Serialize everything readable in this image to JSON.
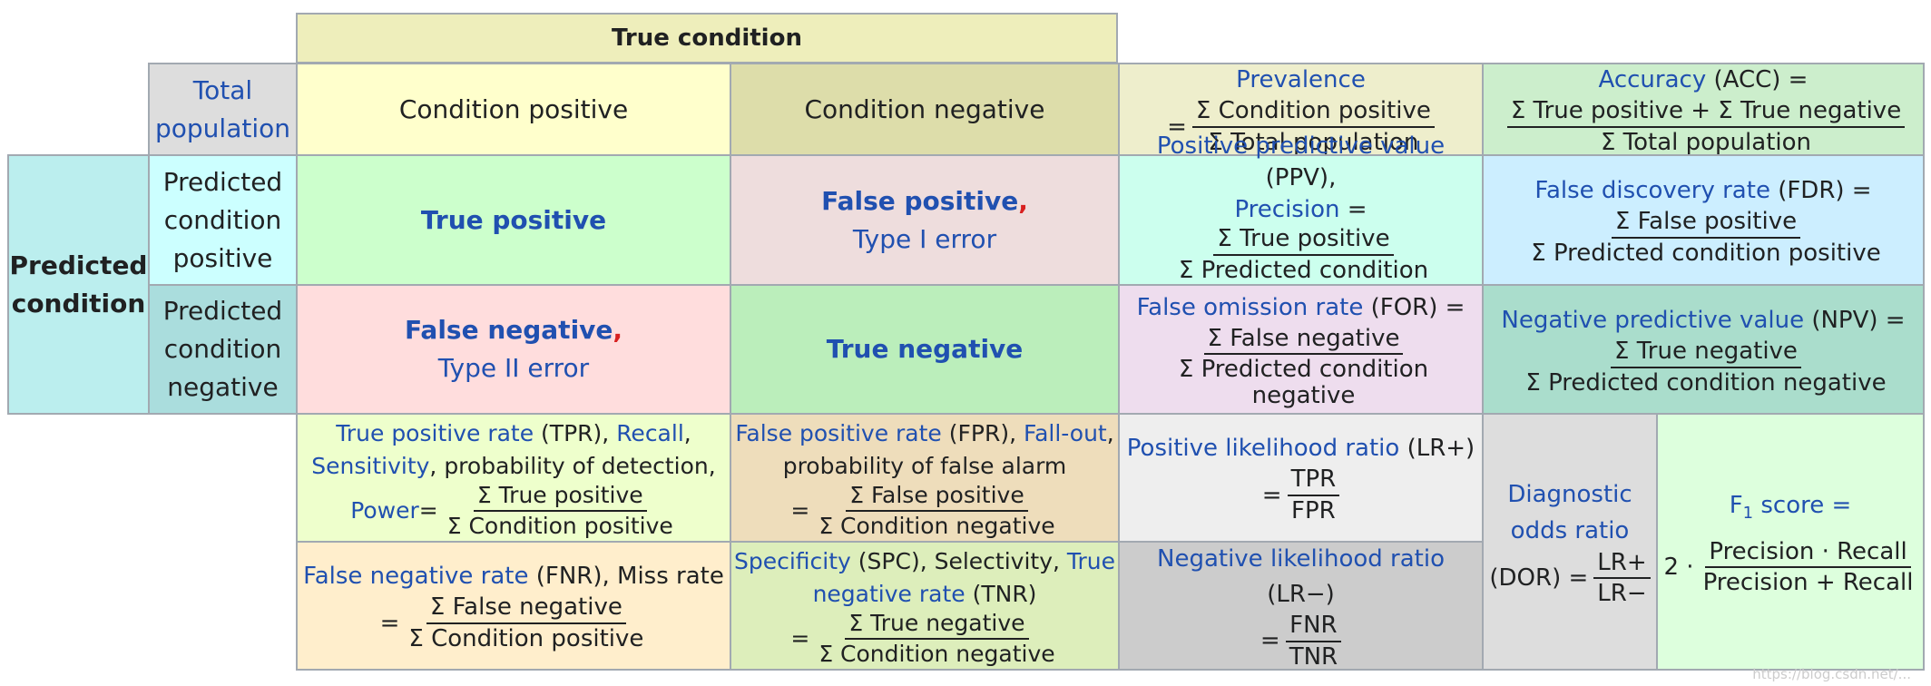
{
  "header": {
    "true_condition": "True condition"
  },
  "axes": {
    "total_population": [
      "Total",
      "population"
    ],
    "predicted_condition": [
      "Predicted",
      "condition"
    ],
    "condition_positive": "Condition positive",
    "condition_negative": "Condition negative",
    "predicted_positive": [
      "Predicted",
      "condition",
      "positive"
    ],
    "predicted_negative": [
      "Predicted",
      "condition",
      "negative"
    ]
  },
  "matrix": {
    "tp": "True positive",
    "fp": "False positive",
    "fp_comma": ",",
    "fp_type": "Type I error",
    "fn": "False negative",
    "fn_comma": ",",
    "fn_type": "Type II error",
    "tn": "True negative"
  },
  "prevalence": {
    "title": "Prevalence",
    "eq": "=",
    "num": "Σ Condition positive",
    "den": "Σ Total population"
  },
  "accuracy": {
    "title": "Accuracy",
    "abbr": " (ACC) =",
    "num": "Σ True positive + Σ True negative",
    "den": "Σ Total population"
  },
  "ppv": {
    "title": "Positive predictive value",
    "abbr": " (PPV),",
    "alt": "Precision",
    "eq": " =",
    "num": "Σ True positive",
    "den": "Σ Predicted condition positive"
  },
  "fdr": {
    "title": "False discovery rate",
    "abbr": " (FDR) =",
    "num": "Σ False positive",
    "den": "Σ Predicted condition positive"
  },
  "for": {
    "title": "False omission rate",
    "abbr": " (FOR) =",
    "num": "Σ False negative",
    "den": "Σ Predicted condition negative"
  },
  "npv": {
    "title": "Negative predictive value",
    "abbr": " (NPV) =",
    "num": "Σ True negative",
    "den": "Σ Predicted condition negative"
  },
  "tpr": {
    "t1": "True positive rate",
    "a1": " (TPR), ",
    "t2": "Recall",
    "a2": ",",
    "t3": "Sensitivity",
    "a3": ", probability of detection,",
    "t4": "Power",
    "eq": " =",
    "num": "Σ True positive",
    "den": "Σ Condition positive"
  },
  "fpr": {
    "t1": "False positive rate",
    "a1": " (FPR), ",
    "t2": "Fall-out",
    "a2": ",",
    "line2": "probability of false alarm",
    "eq": "=",
    "num": "Σ False positive",
    "den": "Σ Condition negative"
  },
  "lrp": {
    "title": "Positive likelihood ratio",
    "abbr": " (LR+)",
    "eq": "=",
    "num": "TPR",
    "den": "FPR"
  },
  "lrn": {
    "title": "Negative likelihood ratio",
    "abbr": " (LR−)",
    "eq": "=",
    "num": "FNR",
    "den": "TNR"
  },
  "dor": {
    "line1": "Diagnostic",
    "line2": "odds ratio",
    "abbr": "(DOR) =",
    "num": "LR+",
    "den": "LR−"
  },
  "f1": {
    "f": "F",
    "sub": "1",
    "title_rest": " score =",
    "two": "2 ·",
    "num": "Precision · Recall",
    "den": "Precision + Recall"
  },
  "fnr": {
    "title": "False negative rate",
    "abbr": " (FNR), Miss rate",
    "eq": "=",
    "num": "Σ False negative",
    "den": "Σ Condition positive"
  },
  "tnr": {
    "t1": "Specificity",
    "a1": " (SPC), Selectivity, ",
    "t2": "True",
    "t3": "negative rate",
    "a3": " (TNR)",
    "eq": "=",
    "num": "Σ True negative",
    "den": "Σ Condition negative"
  },
  "watermark": "https://blog.csdn.net/..."
}
